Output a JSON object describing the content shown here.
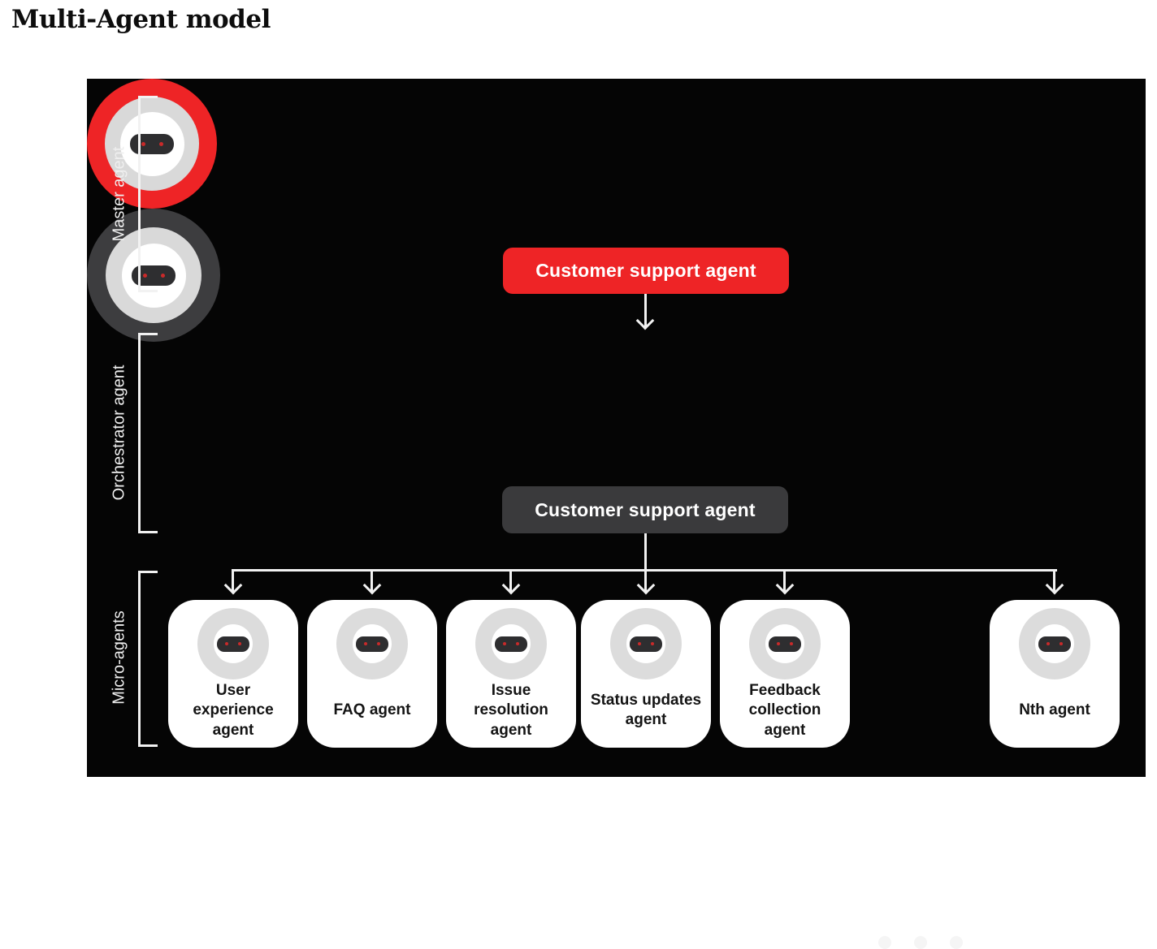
{
  "title": "Multi-Agent model",
  "groups": [
    {
      "label": "Master agent"
    },
    {
      "label": "Orchestrator agent"
    },
    {
      "label": "Micro-agents"
    }
  ],
  "master_agent": {
    "label": "Customer support agent",
    "icon": "robot-face-icon",
    "accent": "#ee2426"
  },
  "orchestrator_agent": {
    "label": "Customer support agent",
    "icon": "robot-face-icon",
    "accent": "#3a3a3c"
  },
  "micro_agents": [
    {
      "label": "User\nexperience\nagent"
    },
    {
      "label": "FAQ agent"
    },
    {
      "label": "Issue\nresolution\nagent"
    },
    {
      "label": "Status updates\nagent"
    },
    {
      "label": "Feedback\ncollection\nagent"
    },
    {
      "label": "Nth agent"
    }
  ],
  "separator": {
    "icon": "three-dots-icon"
  },
  "colors": {
    "canvas_background": "#050505",
    "accent_red": "#ee2426",
    "dark_gray": "#3a3a3c",
    "light_gray": "#d9d9d9",
    "connector_white": "#f2f2f2",
    "eye_red": "#c92a2a"
  }
}
